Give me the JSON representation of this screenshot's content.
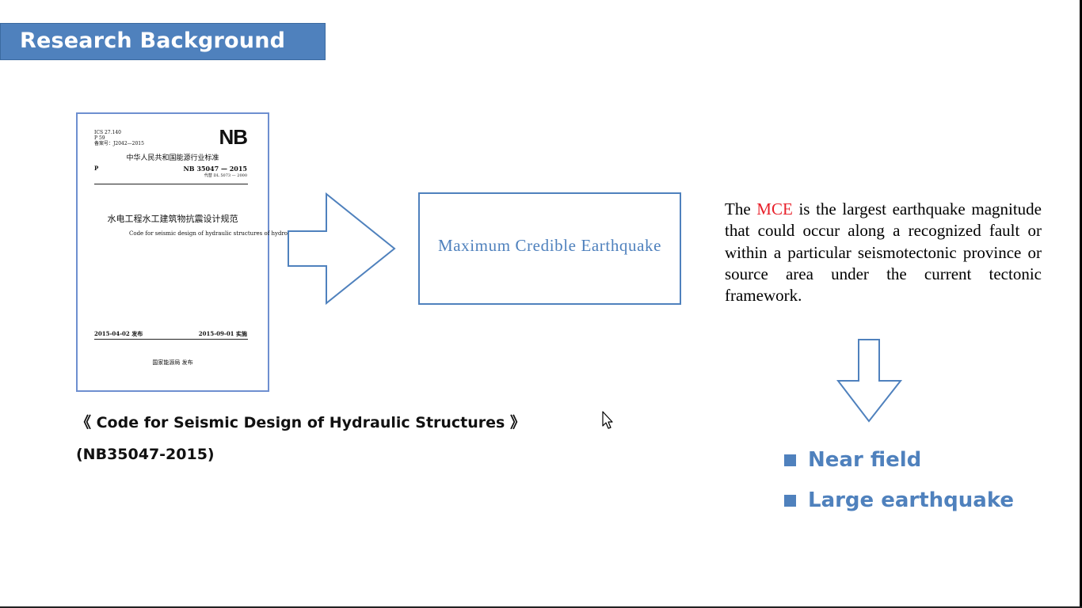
{
  "slide": {
    "title": "Research Background"
  },
  "document_cover": {
    "ics_lines": [
      "ICS 27.140",
      "P 59",
      "备案号：J2042—2015"
    ],
    "logo": "NB",
    "standard_type_cn": "中华人民共和国能源行业标准",
    "category": "P",
    "standard_number": "NB  35047 — 2015",
    "replaces": "代替 DL  5073 — 2000",
    "title_cn": "水电工程水工建筑物抗震设计规范",
    "title_en": "Code for seismic design of hydraulic structures of hydropower project",
    "published": "2015-04-02  发布",
    "implemented": "2015-09-01  实施",
    "issuer": "国家能源局      发布"
  },
  "caption": {
    "line1": "《 Code for Seismic Design of Hydraulic Structures 》",
    "line2": "(NB35047-2015)"
  },
  "mce_box": {
    "label": "Maximum Credible Earthquake"
  },
  "description": {
    "prefix": "The ",
    "highlight": "MCE",
    "suffix": " is the largest earthquake magnitude that could occur along a recognized fault or within a particular seismotectonic province or source area under the current tectonic framework."
  },
  "bullets": [
    {
      "label": "Near field"
    },
    {
      "label": "Large earthquake"
    }
  ],
  "colors": {
    "accent": "#4f81bd",
    "highlight": "#e8202a"
  },
  "icons": {
    "right_arrow": "arrow-right-icon",
    "down_arrow": "arrow-down-icon",
    "cursor": "mouse-pointer-icon"
  }
}
